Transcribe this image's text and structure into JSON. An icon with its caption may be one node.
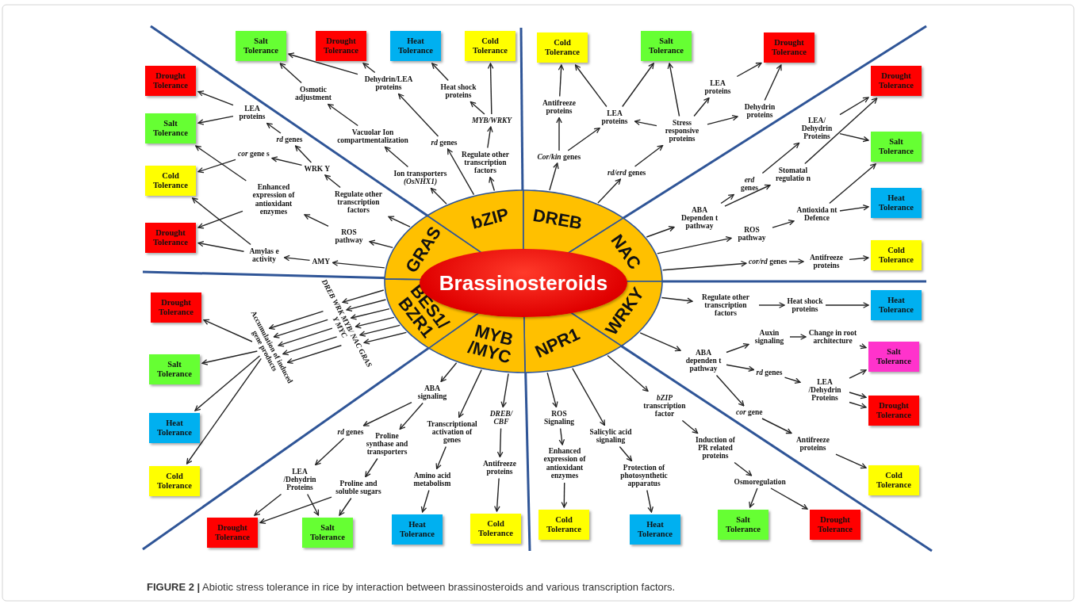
{
  "diagram": {
    "caption": "**FIGURE 2 |** Abiotic stress tolerance in rice by interaction between brassinosteroids and various transcription factors.",
    "nodes": [
      {
        "text": [
          "Brassinosteroids"
        ]
      },
      {
        "text": [
          "GRAS"
        ]
      },
      {
        "text": [
          "bZIP"
        ]
      },
      {
        "text": [
          "DREB"
        ]
      },
      {
        "text": [
          "NAC"
        ]
      },
      {
        "text": [
          "WRKY"
        ]
      },
      {
        "text": [
          "NPR1"
        ]
      },
      {
        "text": [
          "MYB /MYC"
        ]
      },
      {
        "text": [
          "BES1/ BZR1"
        ]
      },
      {
        "text": [
          "AMY"
        ]
      },
      {
        "text": [
          "Amylas e activity"
        ]
      },
      {
        "text": [
          "ROS pathway"
        ]
      },
      {
        "text": [
          "Regulate other transcription factors"
        ]
      },
      {
        "text": [
          "WRK Y"
        ]
      },
      {
        "text": [
          "*rd* genes"
        ]
      },
      {
        "text": [
          "LEA proteins"
        ]
      },
      {
        "text": [
          "*cor* gene s"
        ]
      },
      {
        "text": [
          "Enhanced expression of antioxidant enzymes"
        ]
      },
      {
        "text": [
          "Drought Tolerance"
        ]
      },
      {
        "text": [
          "Salt Tolerance"
        ]
      },
      {
        "text": [
          "Cold Tolerance"
        ]
      },
      {
        "text": [
          "Drought Tolerance"
        ]
      },
      {
        "text": [
          "Regulate other transcription factors"
        ]
      },
      {
        "text": [
          "MYB/WRKY"
        ]
      },
      {
        "text": [
          "Heat shock proteins"
        ]
      },
      {
        "text": [
          "*rd* genes"
        ]
      },
      {
        "text": [
          "Ion transporters *(OsNHX1)*"
        ]
      },
      {
        "text": [
          "Vacuolar Ion compartmentalization"
        ]
      },
      {
        "text": [
          "Dehydrin/LEA proteins"
        ]
      },
      {
        "text": [
          "Osmotic adjustment"
        ]
      },
      {
        "text": [
          "Salt Tolerance"
        ]
      },
      {
        "text": [
          "Drought Tolerance"
        ]
      },
      {
        "text": [
          "Heat Tolerance"
        ]
      },
      {
        "text": [
          "Cold Tolerance"
        ]
      },
      {
        "text": [
          "*Cor/kin* genes"
        ]
      },
      {
        "text": [
          "Antifreeze proteins"
        ]
      },
      {
        "text": [
          "LEA proteins"
        ]
      },
      {
        "text": [
          "*rd/erd* genes"
        ]
      },
      {
        "text": [
          "Stress responsive proteins"
        ]
      },
      {
        "text": [
          "LEA proteins"
        ]
      },
      {
        "text": [
          "Dehydrin proteins"
        ]
      },
      {
        "text": [
          "Cold Tolerance"
        ]
      },
      {
        "text": [
          "Salt Tolerance"
        ]
      },
      {
        "text": [
          "Drought Tolerance"
        ]
      },
      {
        "text": [
          "ABA Dependen t pathway"
        ]
      },
      {
        "text": [
          "*erd* genes"
        ]
      },
      {
        "text": [
          "LEA/ Dehydrin Proteins"
        ]
      },
      {
        "text": [
          "Stomatal regulatio n"
        ]
      },
      {
        "text": [
          "ROS pathway"
        ]
      },
      {
        "text": [
          "Antioxida nt Defence"
        ]
      },
      {
        "text": [
          "*cor/rd* genes"
        ]
      },
      {
        "text": [
          "Antifreeze proteins"
        ]
      },
      {
        "text": [
          "Drought Tolerance"
        ]
      },
      {
        "text": [
          "Salt Tolerance"
        ]
      },
      {
        "text": [
          "Heat Tolerance"
        ]
      },
      {
        "text": [
          "Cold Tolerance"
        ]
      },
      {
        "text": [
          "Regulate other transcription factors"
        ]
      },
      {
        "text": [
          "Heat shock proteins"
        ]
      },
      {
        "text": [
          "ABA dependen t pathway"
        ]
      },
      {
        "text": [
          "Auxin signaling"
        ]
      },
      {
        "text": [
          "*rd* genes"
        ]
      },
      {
        "text": [
          "Change in root architecture"
        ]
      },
      {
        "text": [
          "LEA /Dehydrin Proteins"
        ]
      },
      {
        "text": [
          "*cor* gene"
        ]
      },
      {
        "text": [
          "Antifreeze proteins"
        ]
      },
      {
        "text": [
          "Heat Tolerance"
        ]
      },
      {
        "text": [
          "Salt Tolerance"
        ]
      },
      {
        "text": [
          "Drought Tolerance"
        ]
      },
      {
        "text": [
          "Cold Tolerance"
        ]
      },
      {
        "text": [
          "ROS Signaling"
        ]
      },
      {
        "text": [
          "Enhanced expression of antioxidant enzymes"
        ]
      },
      {
        "text": [
          "Salicylic acid signaling"
        ]
      },
      {
        "text": [
          "Protection of photosynthetic apparatus"
        ]
      },
      {
        "text": [
          "*bZIP* transcription factor"
        ]
      },
      {
        "text": [
          "Induction of PR related proteins"
        ]
      },
      {
        "text": [
          "Osmoregulation"
        ]
      },
      {
        "text": [
          "Cold Tolerance"
        ]
      },
      {
        "text": [
          "Heat Tolerance"
        ]
      },
      {
        "text": [
          "Salt Tolerance"
        ]
      },
      {
        "text": [
          "Drought Tolerance"
        ]
      },
      {
        "text": [
          "ABA signaling"
        ]
      },
      {
        "text": [
          "Transcriptional activation of genes"
        ]
      },
      {
        "text": [
          "DREB/ CBF"
        ]
      },
      {
        "text": [
          "Antifreeze proteins"
        ]
      },
      {
        "text": [
          "Amino acid metabolism"
        ]
      },
      {
        "text": [
          "Proline synthase and transporters"
        ]
      },
      {
        "text": [
          "*rd* genes"
        ]
      },
      {
        "text": [
          "LEA /Dehydrin Proteins"
        ]
      },
      {
        "text": [
          "Proline and soluble sugars"
        ]
      },
      {
        "text": [
          "Drought Tolerance"
        ]
      },
      {
        "text": [
          "Salt Tolerance"
        ]
      },
      {
        "text": [
          "Heat Tolerance"
        ]
      },
      {
        "text": [
          "Cold Tolerance"
        ]
      },
      {
        "text": [
          "DREB WRK MYB/ NAC GRAS Y MYC"
        ]
      },
      {
        "text": [
          "Accumulation of induced gene products"
        ]
      },
      {
        "text": [
          "Drought Tolerance"
        ]
      },
      {
        "text": [
          "Salt Tolerance"
        ]
      },
      {
        "text": [
          "Heat Tolerance"
        ]
      },
      {
        "text": [
          "Cold Tolerance"
        ]
      }
    ],
    "edges": [
      {
        "from": 1,
        "to": 9,
        "arrow": "to"
      },
      {
        "from": 1,
        "to": 11,
        "arrow": "to"
      },
      {
        "from": 1,
        "to": 12,
        "arrow": "to"
      },
      {
        "from": 11,
        "to": 17,
        "arrow": "to"
      },
      {
        "from": 9,
        "to": 10,
        "arrow": "to"
      },
      {
        "from": 10,
        "to": 21,
        "arrow": "to"
      },
      {
        "from": 10,
        "to": 20,
        "arrow": "to"
      },
      {
        "from": 17,
        "to": 21,
        "arrow": "to"
      },
      {
        "from": 17,
        "to": 19,
        "arrow": "to"
      },
      {
        "from": 12,
        "to": 13,
        "arrow": "to"
      },
      {
        "from": 13,
        "to": 16,
        "arrow": "to"
      },
      {
        "from": 13,
        "to": 14,
        "arrow": "to"
      },
      {
        "from": 14,
        "to": 15,
        "arrow": "to"
      },
      {
        "from": 16,
        "to": 20,
        "arrow": "to"
      },
      {
        "from": 15,
        "to": 19,
        "arrow": "to"
      },
      {
        "from": 15,
        "to": 18,
        "arrow": "to"
      },
      {
        "from": 2,
        "to": 22,
        "arrow": "to"
      },
      {
        "from": 22,
        "to": 23,
        "arrow": "to"
      },
      {
        "from": 23,
        "to": 24,
        "arrow": "to"
      },
      {
        "from": 23,
        "to": 33,
        "arrow": "to"
      },
      {
        "from": 24,
        "to": 32,
        "arrow": "to"
      },
      {
        "from": 2,
        "to": 25,
        "arrow": "to"
      },
      {
        "from": 25,
        "to": 28,
        "arrow": "to"
      },
      {
        "from": 2,
        "to": 26,
        "arrow": "to"
      },
      {
        "from": 26,
        "to": 27,
        "arrow": "to"
      },
      {
        "from": 27,
        "to": 29,
        "arrow": "to"
      },
      {
        "from": 29,
        "to": 30,
        "arrow": "to"
      },
      {
        "from": 28,
        "to": 30,
        "arrow": "to"
      },
      {
        "from": 28,
        "to": 31,
        "arrow": "to"
      },
      {
        "from": 3,
        "to": 34,
        "arrow": "to"
      },
      {
        "from": 34,
        "to": 35,
        "arrow": "to"
      },
      {
        "from": 35,
        "to": 41,
        "arrow": "to"
      },
      {
        "from": 34,
        "to": 36,
        "arrow": "to"
      },
      {
        "from": 36,
        "to": 41,
        "arrow": "to"
      },
      {
        "from": 36,
        "to": 42,
        "arrow": "to"
      },
      {
        "from": 3,
        "to": 37,
        "arrow": "to"
      },
      {
        "from": 37,
        "to": 38,
        "arrow": "to"
      },
      {
        "from": 38,
        "to": 36,
        "arrow": "to"
      },
      {
        "from": 38,
        "to": 42,
        "arrow": "to"
      },
      {
        "from": 38,
        "to": 39,
        "arrow": "to"
      },
      {
        "from": 38,
        "to": 40,
        "arrow": "to"
      },
      {
        "from": 39,
        "to": 43,
        "arrow": "to"
      },
      {
        "from": 40,
        "to": 43,
        "arrow": "to"
      },
      {
        "from": 4,
        "to": 44,
        "arrow": "to"
      },
      {
        "from": 4,
        "to": 48,
        "arrow": "to"
      },
      {
        "from": 4,
        "to": 50,
        "arrow": "to"
      },
      {
        "from": 44,
        "to": 45,
        "arrow": "to"
      },
      {
        "from": 44,
        "to": 47,
        "arrow": "to"
      },
      {
        "from": 45,
        "to": 46,
        "arrow": "to"
      },
      {
        "from": 48,
        "to": 49,
        "arrow": "to"
      },
      {
        "from": 50,
        "to": 51,
        "arrow": "to"
      },
      {
        "from": 51,
        "to": 55,
        "arrow": "to"
      },
      {
        "from": 46,
        "to": 52,
        "arrow": "to"
      },
      {
        "from": 46,
        "to": 53,
        "arrow": "to"
      },
      {
        "from": 47,
        "to": 52,
        "arrow": "to"
      },
      {
        "from": 49,
        "to": 53,
        "arrow": "to"
      },
      {
        "from": 49,
        "to": 54,
        "arrow": "to"
      },
      {
        "from": 5,
        "to": 56,
        "arrow": "to"
      },
      {
        "from": 56,
        "to": 57,
        "arrow": "to"
      },
      {
        "from": 57,
        "to": 65,
        "arrow": "to"
      },
      {
        "from": 5,
        "to": 58,
        "arrow": "to"
      },
      {
        "from": 58,
        "to": 59,
        "arrow": "to"
      },
      {
        "from": 58,
        "to": 60,
        "arrow": "to"
      },
      {
        "from": 58,
        "to": 63,
        "arrow": "to"
      },
      {
        "from": 59,
        "to": 61,
        "arrow": "to"
      },
      {
        "from": 60,
        "to": 62,
        "arrow": "to"
      },
      {
        "from": 61,
        "to": 66,
        "arrow": "to"
      },
      {
        "from": 62,
        "to": 66,
        "arrow": "to"
      },
      {
        "from": 62,
        "to": 67,
        "arrow": "to"
      },
      {
        "from": 62,
        "to": 67,
        "arrow": "to"
      },
      {
        "from": 63,
        "to": 64,
        "arrow": "to"
      },
      {
        "from": 64,
        "to": 68,
        "arrow": "to"
      },
      {
        "from": 6,
        "to": 69,
        "arrow": "to"
      },
      {
        "from": 69,
        "to": 70,
        "arrow": "to"
      },
      {
        "from": 70,
        "to": 76,
        "arrow": "to"
      },
      {
        "from": 6,
        "to": 71,
        "arrow": "to"
      },
      {
        "from": 71,
        "to": 72,
        "arrow": "to"
      },
      {
        "from": 72,
        "to": 77,
        "arrow": "to"
      },
      {
        "from": 6,
        "to": 73,
        "arrow": "to"
      },
      {
        "from": 73,
        "to": 74,
        "arrow": "to"
      },
      {
        "from": 74,
        "to": 75,
        "arrow": "to"
      },
      {
        "from": 75,
        "to": 78,
        "arrow": "to"
      },
      {
        "from": 75,
        "to": 79,
        "arrow": "to"
      },
      {
        "from": 7,
        "to": 80,
        "arrow": "to"
      },
      {
        "from": 7,
        "to": 81,
        "arrow": "to"
      },
      {
        "from": 7,
        "to": 82,
        "arrow": "to"
      },
      {
        "from": 82,
        "to": 83,
        "arrow": "to"
      },
      {
        "from": 83,
        "to": 92,
        "arrow": "to"
      },
      {
        "from": 81,
        "to": 84,
        "arrow": "to"
      },
      {
        "from": 84,
        "to": 91,
        "arrow": "to"
      },
      {
        "from": 80,
        "to": 86,
        "arrow": "to"
      },
      {
        "from": 80,
        "to": 85,
        "arrow": "to"
      },
      {
        "from": 85,
        "to": 88,
        "arrow": "to"
      },
      {
        "from": 86,
        "to": 87,
        "arrow": "to"
      },
      {
        "from": 87,
        "to": 89,
        "arrow": "to"
      },
      {
        "from": 87,
        "to": 90,
        "arrow": "to"
      },
      {
        "from": 88,
        "to": 89,
        "arrow": "to"
      },
      {
        "from": 88,
        "to": 90,
        "arrow": "to"
      },
      {
        "from": 8,
        "to": 93,
        "arrow": "to"
      },
      {
        "from": 8,
        "to": 93,
        "arrow": "to"
      },
      {
        "from": 8,
        "to": 93,
        "arrow": "to"
      },
      {
        "from": 8,
        "to": 93,
        "arrow": "to"
      },
      {
        "from": 8,
        "to": 93,
        "arrow": "to"
      },
      {
        "from": 8,
        "to": 93,
        "arrow": "to"
      },
      {
        "from": 93,
        "to": 94,
        "arrow": "to"
      },
      {
        "from": 93,
        "to": 94,
        "arrow": "to"
      },
      {
        "from": 93,
        "to": 94,
        "arrow": "to"
      },
      {
        "from": 93,
        "to": 94,
        "arrow": "to"
      },
      {
        "from": 93,
        "to": 94,
        "arrow": "to"
      },
      {
        "from": 94,
        "to": 95,
        "arrow": "to"
      },
      {
        "from": 94,
        "to": 96,
        "arrow": "to"
      },
      {
        "from": 94,
        "to": 97,
        "arrow": "to"
      },
      {
        "from": 94,
        "to": 98,
        "arrow": "to"
      }
    ]
  }
}
